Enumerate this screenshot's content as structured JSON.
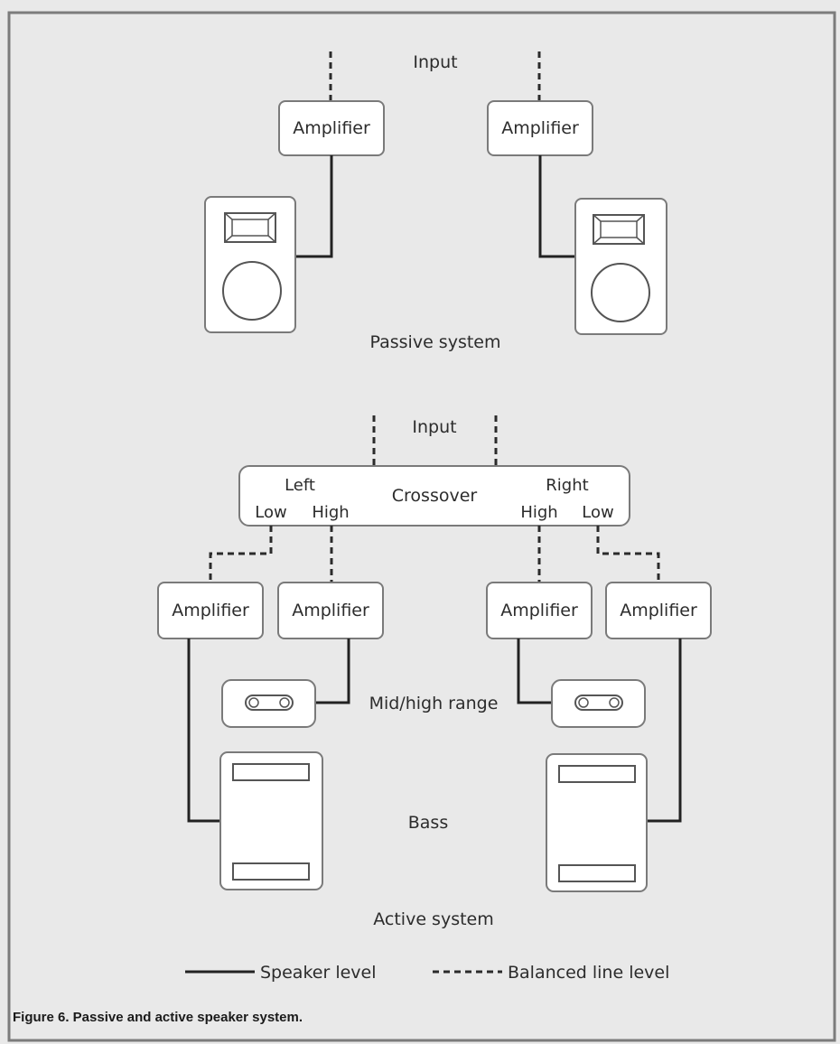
{
  "passive": {
    "input_label": "Input",
    "left_amp": "Amplifier",
    "right_amp": "Amplifier",
    "title": "Passive system"
  },
  "active": {
    "input_label": "Input",
    "crossover": {
      "title": "Crossover",
      "left": "Left",
      "right": "Right",
      "left_low": "Low",
      "left_high": "High",
      "right_high": "High",
      "right_low": "Low"
    },
    "amps": [
      "Amplifier",
      "Amplifier",
      "Amplifier",
      "Amplifier"
    ],
    "midhigh_label": "Mid/high range",
    "bass_label": "Bass",
    "title": "Active system"
  },
  "legend": {
    "speaker_level": "Speaker level",
    "line_level": "Balanced line level"
  },
  "caption": "Figure 6. Passive and active speaker system.",
  "colors": {
    "background": "#e9e9e9",
    "frame": "#7a7a7a",
    "line": "#222222"
  }
}
